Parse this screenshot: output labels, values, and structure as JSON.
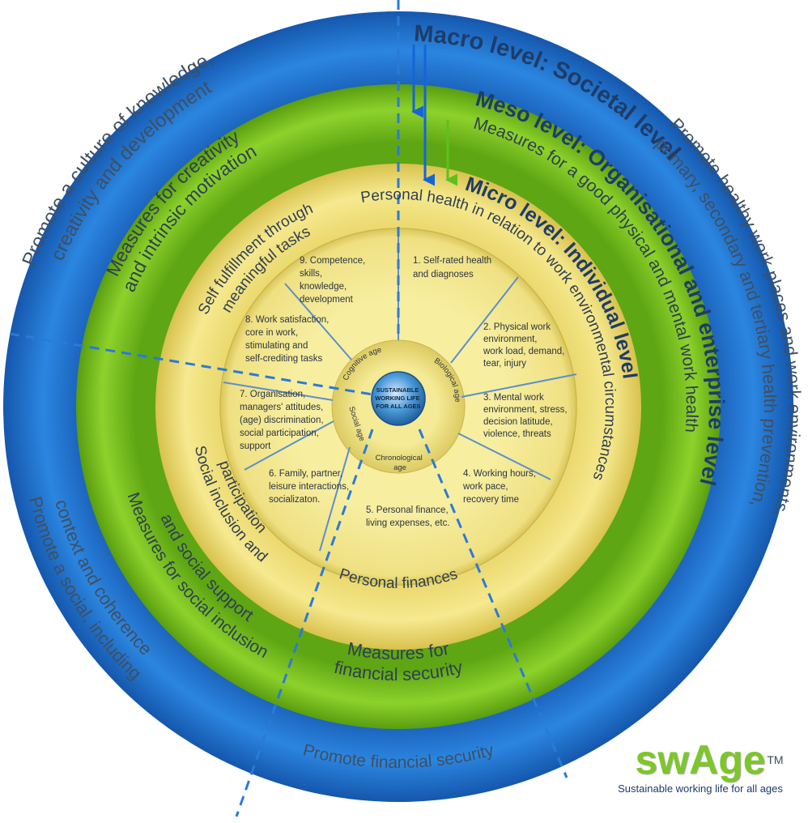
{
  "colors": {
    "macro_ring": "#1f77d2",
    "meso_ring": "#7cc41f",
    "micro_ring": "#f2e27a",
    "inner_circle": "#f6ec96",
    "core": "#2e7fc2",
    "heading": "#1e3c69",
    "body_text": "#3f4f63",
    "dash": "#2a7ad8",
    "blue_arrow": "#1565d8",
    "green_arrow": "#5cc21a"
  },
  "macro": {
    "title": "Macro level: Societal level",
    "promote_culture": [
      "Promote a culture of knowledge,",
      "creativity and development"
    ],
    "promote_health": [
      "Promote healthy work places and work environments,",
      "primary, secondary and tertiary health prevention,"
    ],
    "promote_social": [
      "Promote a social, including",
      "context and coherence"
    ],
    "promote_financial": "Promote financial security"
  },
  "meso": {
    "title": "Meso level: Organisational and enterprise level",
    "measures_creativity": [
      "Measures for creativity",
      "and intrinsic motivation"
    ],
    "measures_health": [
      "Measures for a good physical and mental work health"
    ],
    "measures_social": [
      "Measures for social inclusion",
      "and social support"
    ],
    "measures_financial": [
      "Measures for",
      "financial security"
    ]
  },
  "micro": {
    "title": "Micro level: Individual level",
    "personal_health": [
      "Personal health in relation to work environmental circumstances"
    ],
    "self_fulfillment": [
      "Self fulfillment through",
      "meaningful tasks"
    ],
    "social_inclusion": [
      "Social inclusion and",
      "participation"
    ],
    "personal_finances": "Personal finances"
  },
  "factors": {
    "f1": [
      "1. Self-rated health",
      "and diagnoses"
    ],
    "f2": [
      "2. Physical work",
      "environment,",
      "work load, demand,",
      "tear, injury"
    ],
    "f3": [
      "3. Mental work",
      "environment, stress,",
      "decision latitude,",
      "violence, threats"
    ],
    "f4": [
      "4. Working hours,",
      "work pace,",
      "recovery time"
    ],
    "f5": [
      "5. Personal finance,",
      "living expenses, etc."
    ],
    "f6": [
      "6. Family, partner,",
      "leisure interactions,",
      "socializaton."
    ],
    "f7": [
      "7. Organisation,",
      "managers' attitudes,",
      "(age) discrimination,",
      "social participation,",
      "support"
    ],
    "f8": [
      "8. Work satisfaction,",
      "core in work,",
      "stimulating and",
      "self-crediting tasks"
    ],
    "f9": [
      "9. Competence,",
      "skills,",
      "knowledge,",
      "development"
    ]
  },
  "ages": {
    "cognitive": "Cognitive age",
    "biological": "Biological age",
    "chronological": [
      "Chronological",
      "age"
    ],
    "social": "Social age"
  },
  "core_text": [
    "SUSTAINABLE",
    "WORKING LIFE",
    "FOR ALL AGES"
  ],
  "logo": {
    "name": "swAge",
    "trademark": "TM",
    "tagline": "Sustainable working life for all ages"
  }
}
